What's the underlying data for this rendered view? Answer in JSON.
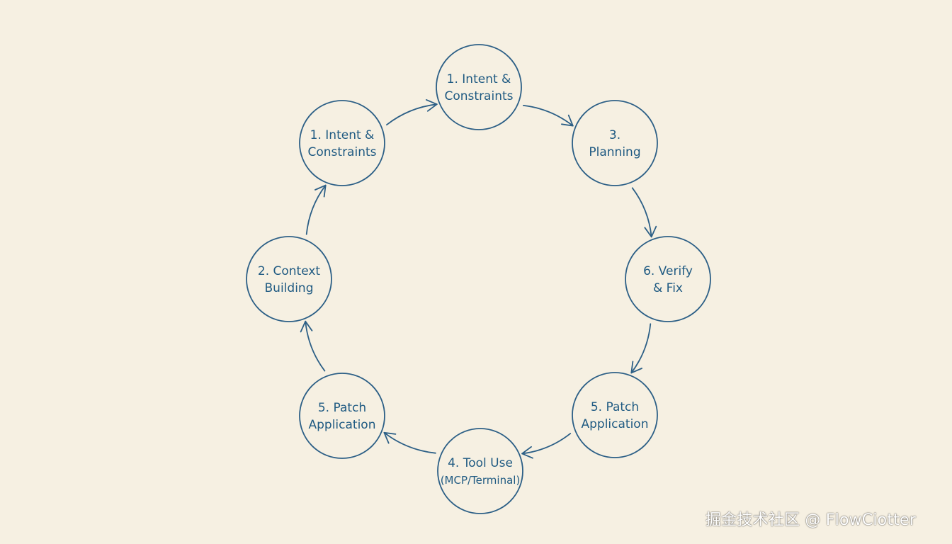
{
  "nodes": [
    {
      "id": "top",
      "lines": [
        "1. Intent &",
        "Constraints"
      ]
    },
    {
      "id": "upper-right",
      "lines": [
        "3.",
        "Planning"
      ]
    },
    {
      "id": "right",
      "lines": [
        "6. Verify",
        "& Fix"
      ]
    },
    {
      "id": "lower-right",
      "lines": [
        "5. Patch",
        "Application"
      ]
    },
    {
      "id": "bottom",
      "lines": [
        "4. Tool Use",
        "(MCP/Terminal)"
      ]
    },
    {
      "id": "lower-left",
      "lines": [
        "5. Patch",
        "Application"
      ]
    },
    {
      "id": "left",
      "lines": [
        "2. Context",
        "Building"
      ]
    },
    {
      "id": "upper-left",
      "lines": [
        "1. Intent &",
        "Constraints"
      ]
    }
  ],
  "edges": [
    {
      "from": "upper-left",
      "to": "top"
    },
    {
      "from": "top",
      "to": "upper-right"
    },
    {
      "from": "upper-right",
      "to": "right"
    },
    {
      "from": "right",
      "to": "lower-right"
    },
    {
      "from": "lower-right",
      "to": "bottom"
    },
    {
      "from": "bottom",
      "to": "lower-left"
    },
    {
      "from": "lower-left",
      "to": "left"
    },
    {
      "from": "left",
      "to": "upper-left"
    }
  ],
  "watermark": "掘金技术社区 @ FlowCiotter",
  "colors": {
    "background": "#f6f0e2",
    "stroke": "#2c5f86",
    "text": "#1f5a82"
  }
}
